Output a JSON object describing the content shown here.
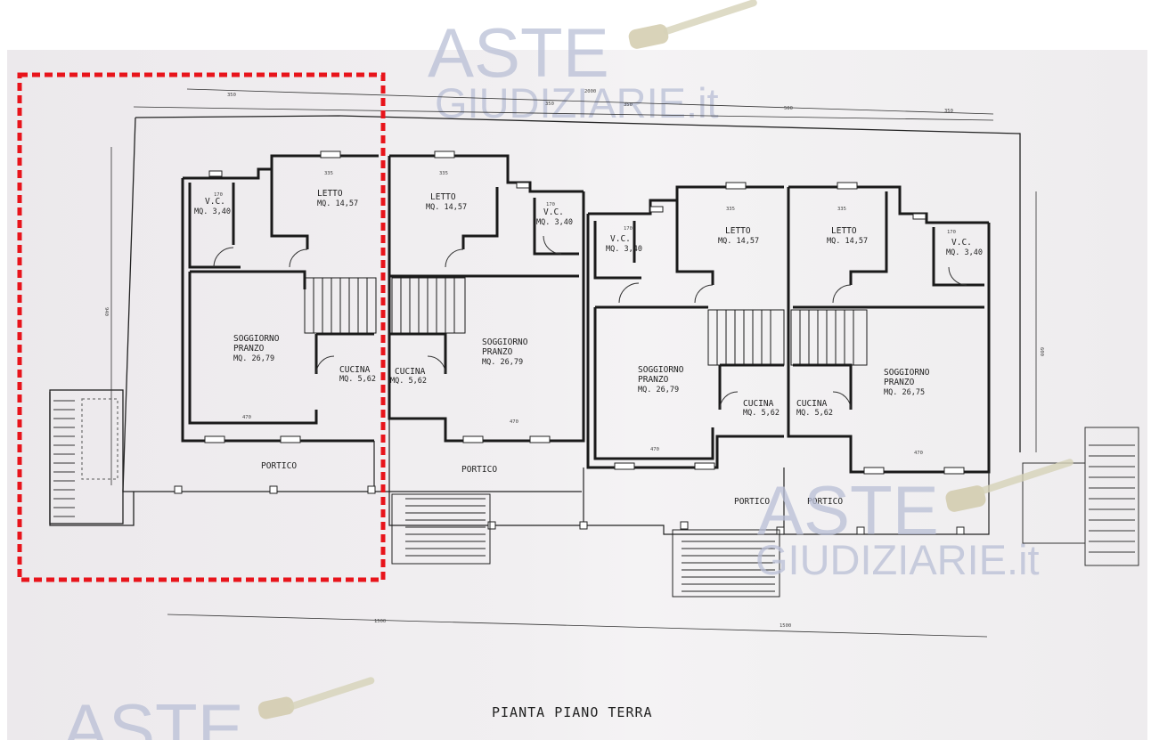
{
  "title": "PIANTA PIANO TERRA",
  "watermark": {
    "line1": "ASTE",
    "line2": "GIUDIZIARIE.it"
  },
  "highlight_color": "#e8141b",
  "units": [
    {
      "rooms": [
        {
          "name": "LETTO",
          "area": "MQ. 14,57"
        },
        {
          "name": "V.C.",
          "area": "MQ. 3,40"
        },
        {
          "name": "SOGGIORNO",
          "name2": "PRANZO",
          "area": "MQ. 26,79"
        },
        {
          "name": "CUCINA",
          "area": "MQ. 5,62"
        }
      ],
      "portico": "PORTICO"
    },
    {
      "rooms": [
        {
          "name": "LETTO",
          "area": "MQ. 14,57"
        },
        {
          "name": "V.C.",
          "area": "MQ. 3,40"
        },
        {
          "name": "SOGGIORNO",
          "name2": "PRANZO",
          "area": "MQ. 26,79"
        },
        {
          "name": "CUCINA",
          "area": "MQ. 5,62"
        }
      ],
      "portico": "PORTICO"
    },
    {
      "rooms": [
        {
          "name": "LETTO",
          "area": "MQ. 14,57"
        },
        {
          "name": "V.C.",
          "area": "MQ. 3,40"
        },
        {
          "name": "SOGGIORNO",
          "name2": "PRANZO",
          "area": "MQ. 26,79"
        },
        {
          "name": "CUCINA",
          "area": "MQ. 5,62"
        }
      ],
      "portico": "PORTICO"
    },
    {
      "rooms": [
        {
          "name": "LETTO",
          "area": "MQ. 14,57"
        },
        {
          "name": "V.C.",
          "area": "MQ. 3,40"
        },
        {
          "name": "SOGGIORNO",
          "name2": "PRANZO",
          "area": "MQ. 26,75"
        },
        {
          "name": "CUCINA",
          "area": "MQ. 5,62"
        }
      ],
      "portico": "PORTICO"
    }
  ],
  "dimensions": {
    "top_left": "350",
    "top_total": "2000",
    "top_a": "350",
    "top_b": "350",
    "top_c": "500",
    "top_d": "350",
    "bottom_left": "1500",
    "bottom_right": "1500",
    "side_left": "940",
    "side_right": "600",
    "w_470": "470",
    "w_335": "335",
    "w_170": "170"
  }
}
